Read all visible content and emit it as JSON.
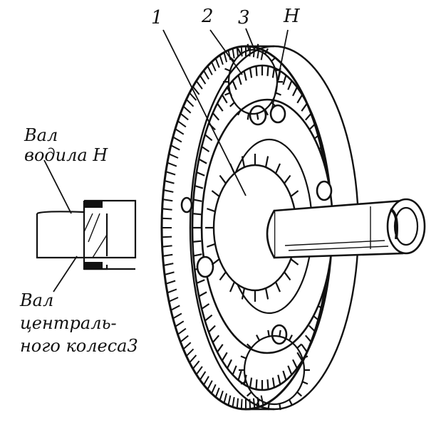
{
  "labels": {
    "part_1": "1",
    "part_2": "2",
    "part_3": "3",
    "part_h": "H",
    "carrier_shaft_line1": "Вал",
    "carrier_shaft_line2": "водила Н",
    "central_shaft_line1": "Вал",
    "central_shaft_line2": "централь-",
    "central_shaft_line3": "ного колеса3"
  },
  "colors": {
    "ink": "#111111",
    "paper": "#ffffff"
  }
}
